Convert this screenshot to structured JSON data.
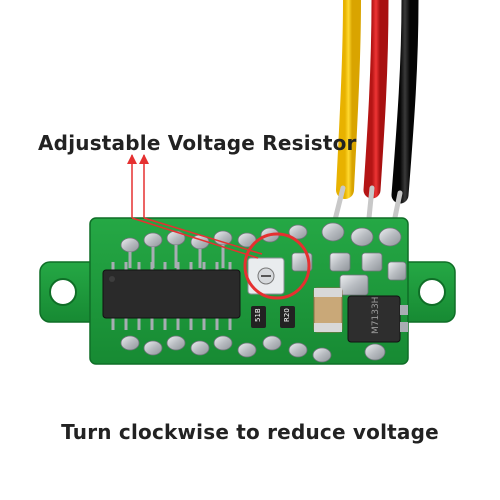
{
  "annotations": {
    "top_label": "Adjustable Voltage Resistor",
    "bottom_label": "Turn clockwise to reduce voltage"
  },
  "board_markings": {
    "chip_code": "M7133H",
    "resistor_code_1": "51B",
    "resistor_code_2": "R20"
  },
  "colors": {
    "board": "#1f9a3a",
    "board_dark": "#12702a",
    "solder": "#c9ccd0",
    "chip": "#2a2a2a",
    "wire_yellow": "#f5c400",
    "wire_red": "#d42020",
    "wire_black": "#1a1a1a",
    "highlight": "#e53030"
  }
}
